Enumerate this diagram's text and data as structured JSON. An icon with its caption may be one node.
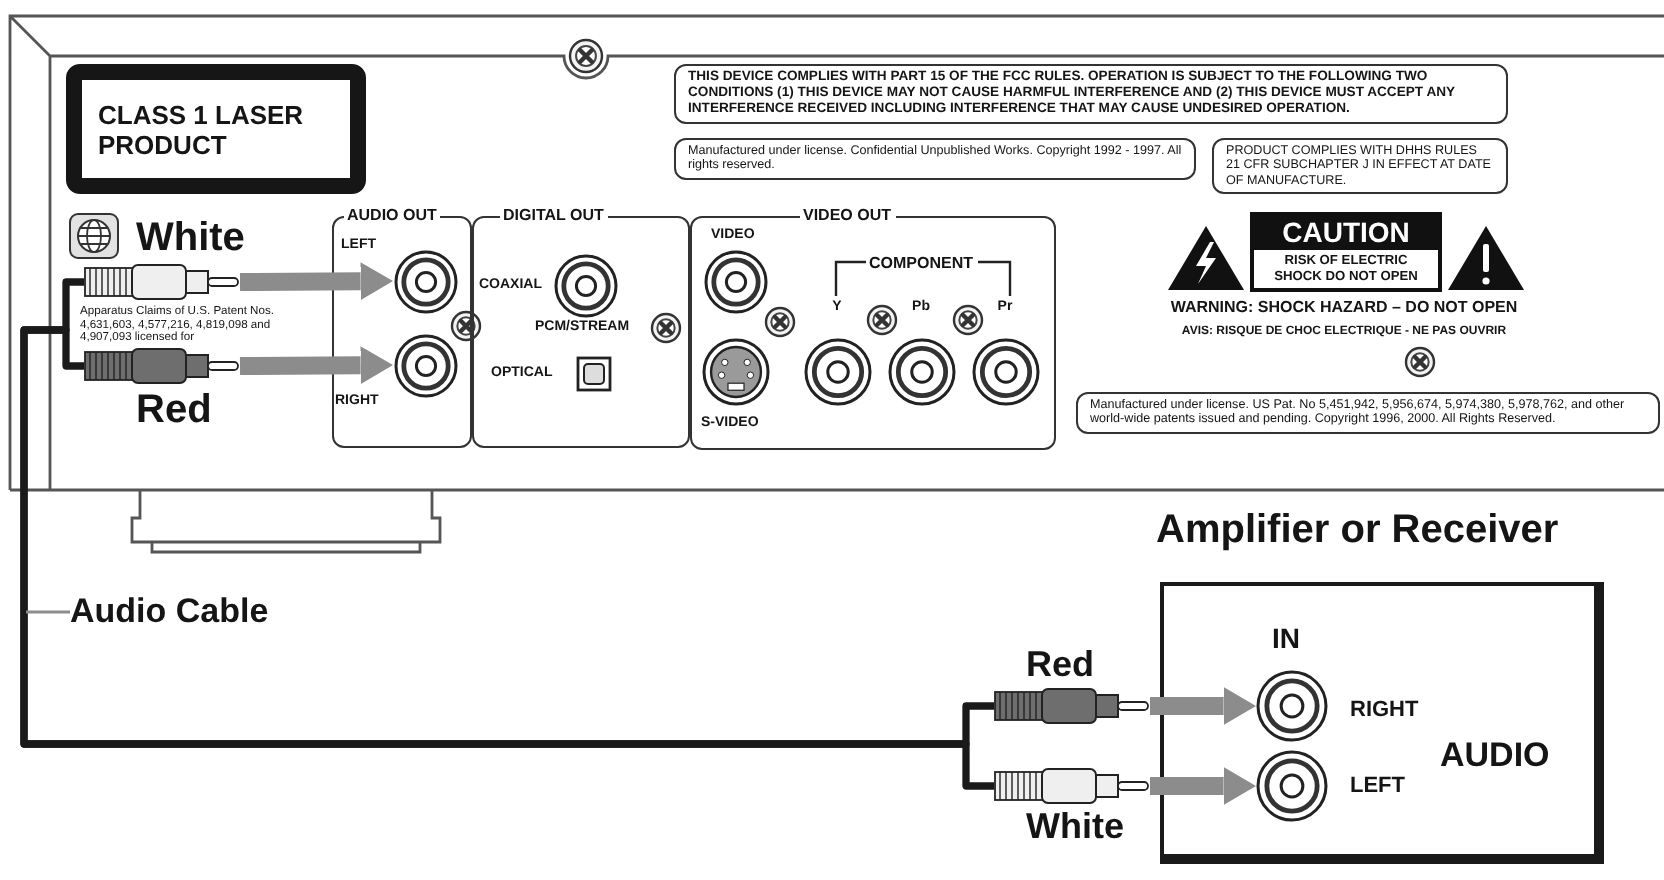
{
  "diagram": {
    "nodes": [
      {
        "text": [
          "CLASS 1 LASER PRODUCT"
        ]
      },
      {
        "text": [
          "THIS DEVICE COMPLIES WITH PART 15 OF THE FCC RULES. OPERATION IS SUBJECT TO THE FOLLOWING TWO CONDITIONS (1) THIS DEVICE MAY NOT CAUSE HARMFUL INTERFERENCE AND (2) THIS DEVICE MUST ACCEPT ANY INTERFERENCE RECEIVED INCLUDING INTERFERENCE THAT MAY CAUSE UNDESIRED OPERATION."
        ]
      },
      {
        "text": [
          "Manufactured under license. Confidential Unpublished Works. Copyright 1992 - 1997. All rights reserved."
        ]
      },
      {
        "text": [
          "PRODUCT COMPLIES WITH DHHS RULES 21 CFR SUBCHAPTER J IN EFFECT AT DATE OF MANUFACTURE."
        ]
      },
      {
        "text": [],
        "shape": "picture",
        "beside": [
          "White"
        ]
      },
      {
        "text": [],
        "shape": "picture",
        "beside": [
          "Red"
        ]
      },
      {
        "text": [
          "AUDIO OUT"
        ]
      },
      {
        "text": [],
        "shape": "circle",
        "beside": [
          "LEFT"
        ],
        "in": 6
      },
      {
        "text": [],
        "shape": "circle",
        "beside": [
          "RIGHT"
        ],
        "in": 6
      },
      {
        "text": [
          "DIGITAL OUT",
          "PCM/STREAM"
        ]
      },
      {
        "text": [],
        "shape": "circle",
        "beside": [
          "COAXIAL"
        ],
        "in": 9
      },
      {
        "text": [],
        "shape": "box",
        "beside": [
          "OPTICAL"
        ],
        "in": 9
      },
      {
        "text": [
          "VIDEO OUT",
          "COMPONENT"
        ]
      },
      {
        "text": [],
        "shape": "circle",
        "beside": [
          "VIDEO"
        ],
        "in": 12
      },
      {
        "text": [],
        "shape": "circle",
        "beside": [
          "S-VIDEO"
        ],
        "in": 12
      },
      {
        "text": [],
        "shape": "circle",
        "beside": [
          "Y"
        ],
        "in": 12
      },
      {
        "text": [],
        "shape": "circle",
        "beside": [
          "Pb"
        ],
        "in": 12
      },
      {
        "text": [],
        "shape": "circle",
        "beside": [
          "Pr"
        ],
        "in": 12
      },
      {
        "text": [
          "CAUTION",
          "RISK OF ELECTRIC SHOCK DO NOT OPEN"
        ],
        "beside": [
          "WARNING: SHOCK HAZARD – DO NOT OPEN",
          "AVIS: RISQUE DE CHOC ELECTRIQUE - NE PAS OUVRIR"
        ]
      },
      {
        "text": [
          "Manufactured under license. US Pat. No 5,451,942, 5,956,674, 5,974,380, 5,978,762, and other world-wide patents issued and pending. Copyright 1996, 2000. All Rights Reserved."
        ]
      },
      {
        "text": [
          "Audio Cable"
        ]
      },
      {
        "text": [
          "Amplifier or Receiver",
          "IN",
          "AUDIO"
        ]
      },
      {
        "text": [],
        "shape": "picture",
        "beside": [
          "Red"
        ]
      },
      {
        "text": [],
        "shape": "circle",
        "beside": [
          "RIGHT"
        ],
        "in": 21
      },
      {
        "text": [],
        "shape": "picture",
        "beside": [
          "White"
        ]
      },
      {
        "text": [],
        "shape": "circle",
        "beside": [
          "LEFT"
        ],
        "in": 21
      }
    ],
    "edges": [
      {
        "from": 4,
        "to": 7,
        "arrow": "to",
        "style": "thick"
      },
      {
        "from": 5,
        "to": 8,
        "arrow": "to",
        "style": "thick"
      },
      {
        "from": 22,
        "to": 23,
        "arrow": "to",
        "style": "thick"
      },
      {
        "from": 24,
        "to": 25,
        "arrow": "to",
        "style": "thick"
      },
      {
        "from": 4,
        "to": 22,
        "arrow": "none",
        "color": "#1a1a1a"
      },
      {
        "from": 4,
        "to": 24,
        "arrow": "none",
        "color": "#1a1a1a"
      },
      {
        "from": 5,
        "to": 22,
        "arrow": "none",
        "color": "#1a1a1a"
      },
      {
        "from": 5,
        "to": 24,
        "arrow": "none",
        "color": "#1a1a1a"
      },
      {
        "from": 20,
        "to": null,
        "arrow": "none"
      }
    ],
    "labels": [
      "Apparatus Claims of U.S. Patent Nos. 4,631,603, 4,577,216, 4,819,098 and 4,907,093 licensed for"
    ]
  }
}
